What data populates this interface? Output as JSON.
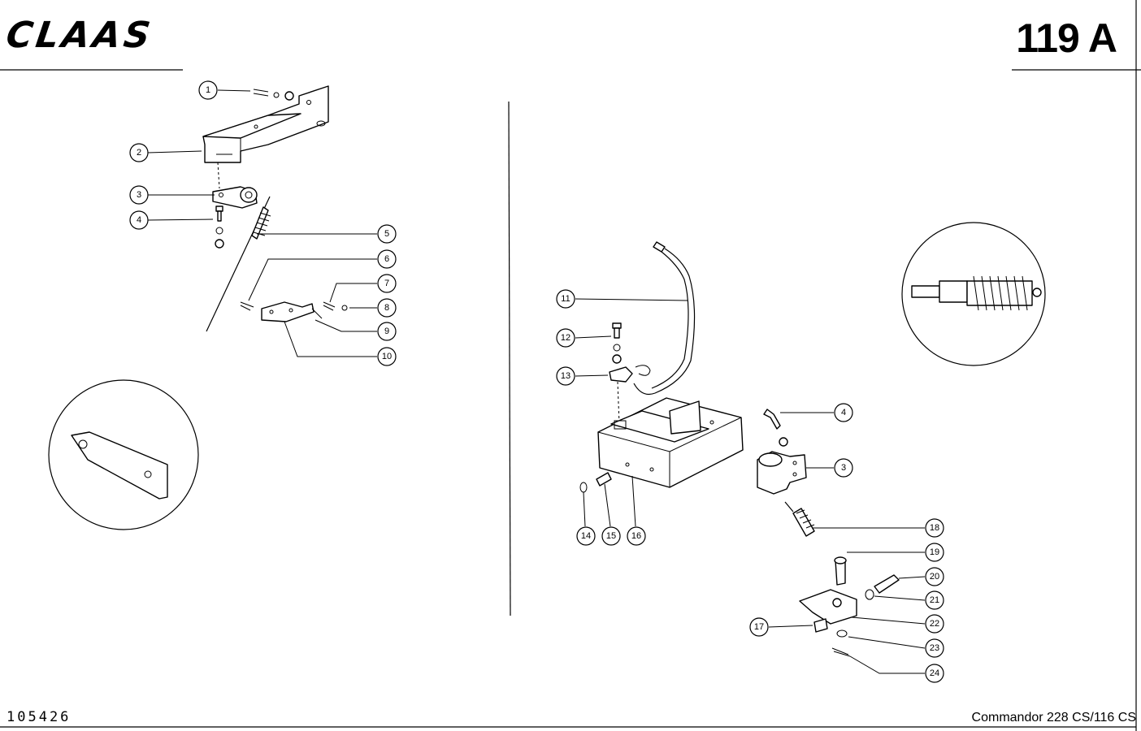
{
  "header": {
    "logo_text": "CLAAS",
    "page_number": "119 A"
  },
  "footer": {
    "document_number": "105426",
    "model": "Commandor 228 CS/116 CS"
  },
  "callouts": [
    "1",
    "2",
    "3",
    "4",
    "5",
    "6",
    "7",
    "8",
    "9",
    "10",
    "11",
    "12",
    "13",
    "4",
    "3",
    "14",
    "15",
    "16",
    "18",
    "19",
    "20",
    "21",
    "17",
    "22",
    "23",
    "24"
  ]
}
